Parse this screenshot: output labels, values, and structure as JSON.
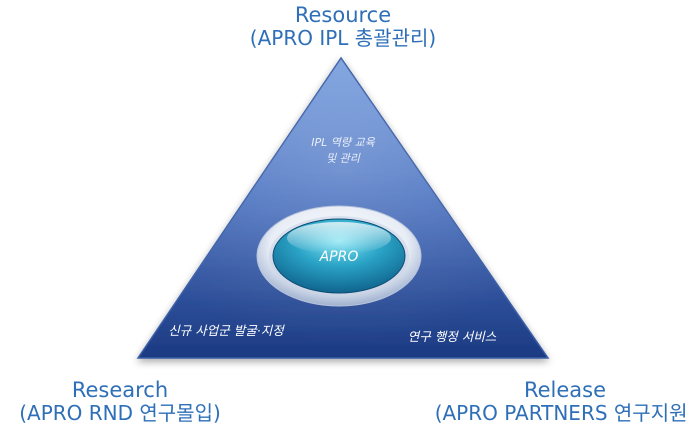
{
  "resource": {
    "title": "Resource",
    "subtitle": "(APRO IPL 총괄관리)",
    "inner_line1": "IPL 역량 교육",
    "inner_line2": "및 관리"
  },
  "research": {
    "title": "Research",
    "subtitle": "(APRO RND 연구몰입)",
    "inner": "신규 사업군 발굴·지정"
  },
  "release": {
    "title": "Release",
    "subtitle": "(APRO PARTNERS 연구지원)",
    "inner": "연구 행정 서비스"
  },
  "center": {
    "label": "APRO"
  },
  "colors": {
    "label_blue": "#2e6fb8",
    "triangle_top": "#6f95d6",
    "triangle_bottom": "#1c3d86",
    "ellipse_core": "#1a8fb8"
  }
}
